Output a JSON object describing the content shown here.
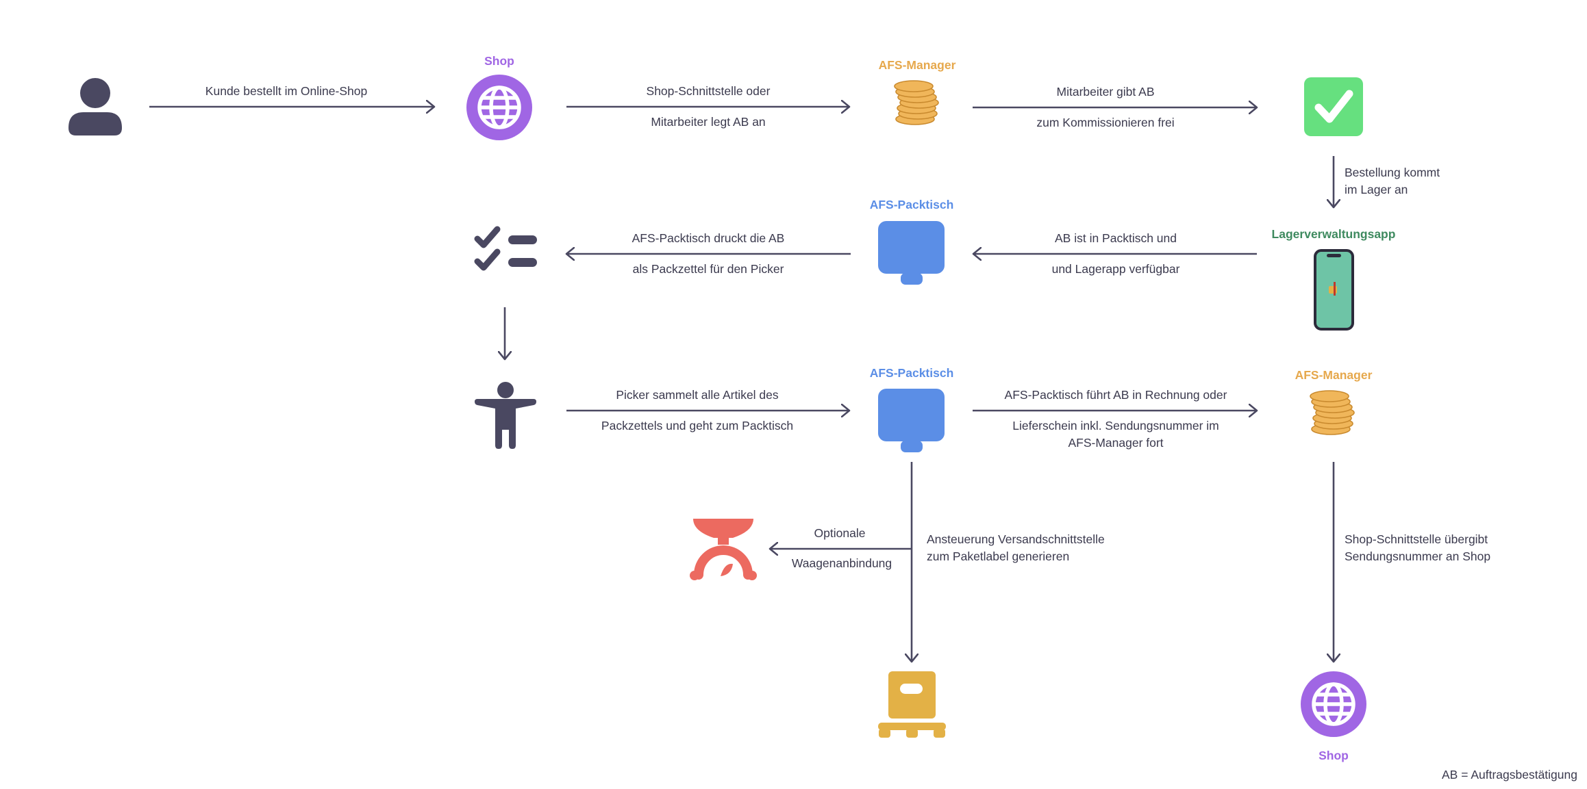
{
  "colors": {
    "dark": "#4a4861",
    "shop": "#a066e4",
    "afs_manager": "#e6a84c",
    "packtisch": "#5b8ee6",
    "lager": "#3e8a5f",
    "check_green": "#66e07f",
    "scale_red": "#ec6a60",
    "pallet_gold": "#e3b146",
    "phone_screen": "#6ec4a6"
  },
  "nodes": {
    "customer": {
      "icon": "person-icon"
    },
    "shop_top": {
      "title": "Shop",
      "icon": "globe-icon"
    },
    "afs_manager_top": {
      "title": "AFS-Manager",
      "icon": "coins-icon"
    },
    "approved": {
      "icon": "checkmark-icon"
    },
    "lagerapp": {
      "title": "Lagerverwaltungsapp",
      "icon": "smartphone-icon"
    },
    "packtisch_mid": {
      "title": "AFS-Packtisch",
      "icon": "monitor-icon"
    },
    "checklist": {
      "icon": "checklist-icon"
    },
    "picker": {
      "icon": "picker-person-icon"
    },
    "packtisch_low": {
      "title": "AFS-Packtisch",
      "icon": "monitor-icon"
    },
    "afs_manager_low": {
      "title": "AFS-Manager",
      "icon": "coins-icon"
    },
    "scale": {
      "icon": "scale-icon"
    },
    "pallet": {
      "icon": "pallet-box-icon"
    },
    "shop_bottom": {
      "title": "Shop",
      "icon": "globe-icon"
    }
  },
  "edges": {
    "customer_to_shop": [
      "Kunde bestellt im Online-Shop"
    ],
    "shop_to_afs": [
      "Shop-Schnittstelle oder",
      "Mitarbeiter legt AB an"
    ],
    "afs_to_check": [
      "Mitarbeiter gibt AB",
      "zum Kommissionieren frei"
    ],
    "check_to_lager": [
      "Bestellung kommt",
      "im Lager an"
    ],
    "lager_to_packtisch": [
      "AB ist in Packtisch und",
      "und Lagerapp verfügbar"
    ],
    "packtisch_to_checklist": [
      "AFS-Packtisch druckt die AB",
      "als Packzettel für den Picker"
    ],
    "picker_to_packtisch": [
      "Picker sammelt alle Artikel des",
      "Packzettels und geht zum Packtisch"
    ],
    "packtisch_to_afs": [
      "AFS-Packtisch führt AB in Rechnung oder",
      "Lieferschein inkl. Sendungsnummer im",
      "AFS-Manager fort"
    ],
    "packtisch_to_scale": [
      "Optionale",
      "Waagenanbindung"
    ],
    "packtisch_to_pallet": [
      "Ansteuerung Versandschnittstelle",
      "zum Paketlabel generieren"
    ],
    "afs_to_shop": [
      "Shop-Schnittstelle übergibt",
      "Sendungsnummer an Shop"
    ]
  },
  "legend": "AB = Auftragsbestätigung"
}
